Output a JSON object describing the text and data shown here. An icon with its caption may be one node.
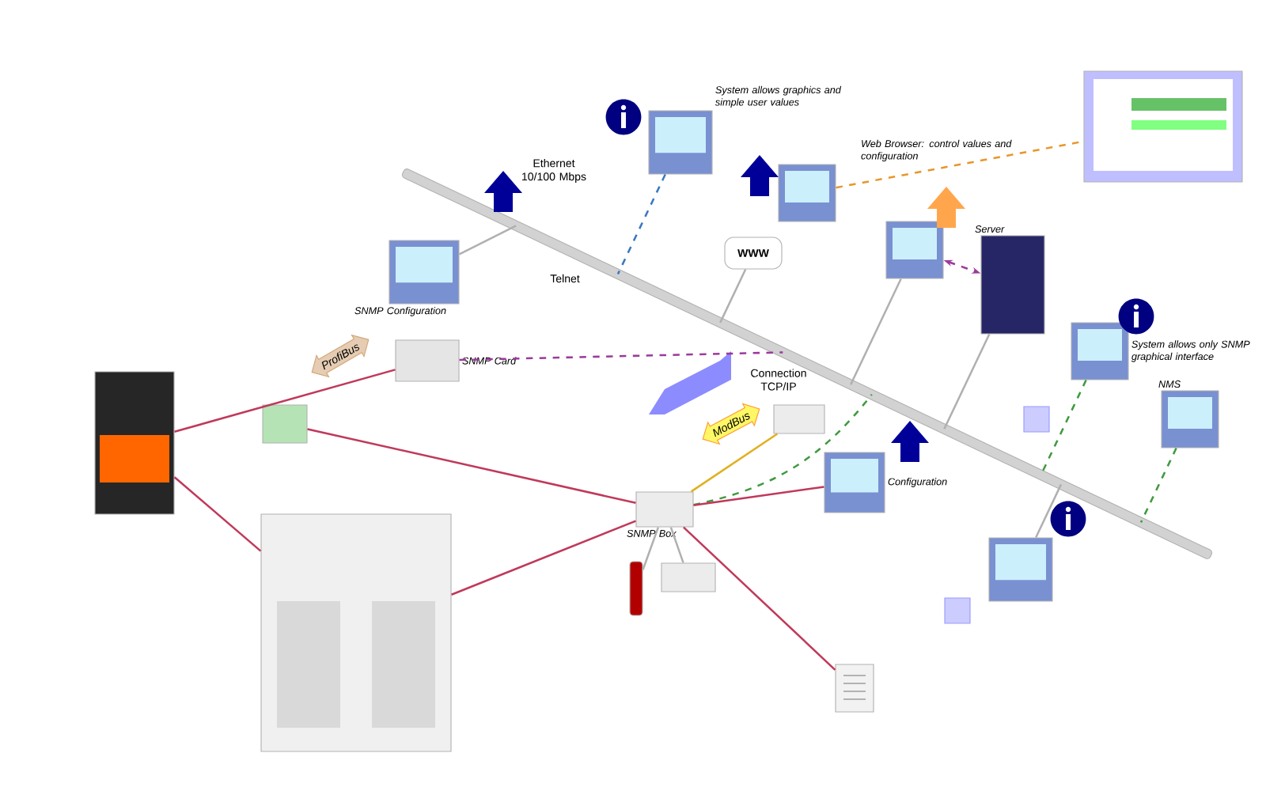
{
  "diagram": {
    "nodes": [
      {
        "text": [],
        "shape": "picture"
      },
      {
        "text": [],
        "shape": "picture"
      },
      {
        "text": [],
        "shape": "box"
      },
      {
        "text": [
          "SNMP Card"
        ]
      },
      {
        "text": [
          "SNMP Box"
        ]
      },
      {
        "text": [],
        "shape": "bar"
      },
      {
        "text": [
          "SNMP Configuration"
        ]
      },
      {
        "text": [
          "System allows graphics and simple user values"
        ]
      },
      {
        "text": [
          "Web Browser: control values and configuration"
        ]
      },
      {
        "text": [],
        "shape": "picture"
      },
      {
        "text": [],
        "shape": "picture"
      },
      {
        "text": [
          "Server"
        ]
      },
      {
        "text": [
          "System allows only SNMP graphical interface"
        ]
      },
      {
        "text": [
          "NMS"
        ]
      },
      {
        "text": [
          "Configuration"
        ]
      },
      {
        "text": [],
        "shape": "picture"
      },
      {
        "text": [],
        "shape": "box"
      },
      {
        "text": [],
        "shape": "bar"
      },
      {
        "text": [],
        "shape": "box"
      },
      {
        "text": [],
        "shape": "picture"
      },
      {
        "text": [
          "WWW"
        ]
      }
    ],
    "edges": [
      {
        "from": 6,
        "to": 5,
        "arrow": "none"
      },
      {
        "from": 7,
        "to": 5,
        "arrow": "none",
        "style": "dashed",
        "color": "#3a78c0"
      },
      {
        "from": 10,
        "to": 5,
        "arrow": "none"
      },
      {
        "from": 11,
        "to": 5,
        "arrow": "none"
      },
      {
        "from": 12,
        "to": 5,
        "arrow": "none",
        "style": "dashed",
        "color": "#3f9a3f"
      },
      {
        "from": 13,
        "to": 5,
        "arrow": "none",
        "style": "dashed",
        "color": "#3f9a3f"
      },
      {
        "from": 15,
        "to": 5,
        "arrow": "none"
      },
      {
        "from": 8,
        "to": 9,
        "arrow": "none",
        "style": "dashed",
        "color": "#e8962a"
      },
      {
        "from": 3,
        "to": 5,
        "arrow": "none",
        "style": "dashed",
        "color": "#9b3a9b"
      },
      {
        "from": 4,
        "to": 5,
        "arrow": "none",
        "style": "dashed",
        "color": "#3f9a3f"
      },
      {
        "from": 10,
        "to": 11,
        "arrow": "both",
        "style": "dashed",
        "color": "#9b3a9b"
      },
      {
        "from": 0,
        "to": 1,
        "arrow": "none",
        "color": "#c0395a"
      },
      {
        "from": 0,
        "to": 3,
        "arrow": "none",
        "color": "#c0395a"
      },
      {
        "from": 2,
        "to": 4,
        "arrow": "none",
        "color": "#c0395a"
      },
      {
        "from": 1,
        "to": 4,
        "arrow": "none",
        "color": "#c0395a"
      },
      {
        "from": 4,
        "to": 14,
        "arrow": "none",
        "color": "#c0395a"
      },
      {
        "from": 4,
        "to": 19,
        "arrow": "none",
        "color": "#c0395a"
      },
      {
        "from": 4,
        "to": 16,
        "arrow": "none",
        "color": "#e0b020"
      },
      {
        "from": 4,
        "to": 17,
        "arrow": "none"
      },
      {
        "from": 4,
        "to": 18,
        "arrow": "none"
      },
      {
        "from": 20,
        "to": 5,
        "arrow": "none"
      }
    ],
    "labels": [
      "Ethernet 10/100 Mbps",
      "Telnet",
      "ProfiBus",
      "Connection TCP/IP",
      "ModBus"
    ]
  }
}
